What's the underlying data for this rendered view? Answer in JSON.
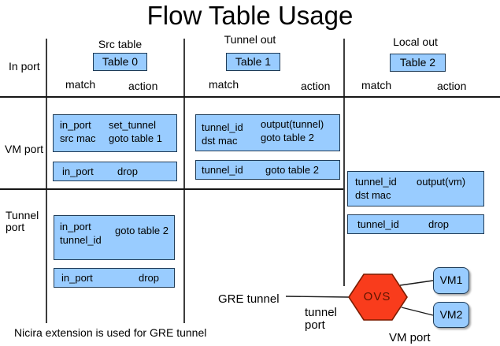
{
  "title": "Flow Table Usage",
  "row_labels": {
    "in_port": "In port",
    "vm_port": "VM port",
    "tunnel_port": "Tunnel port"
  },
  "columns": [
    {
      "header": "Src table",
      "table": "Table 0",
      "match_label": "match",
      "action_label": "action"
    },
    {
      "header": "Tunnel out",
      "table": "Table 1",
      "match_label": "match",
      "action_label": "action"
    },
    {
      "header": "Local out",
      "table": "Table 2",
      "match_label": "match",
      "action_label": "action"
    }
  ],
  "flow_entries": [
    {
      "row": "VM port",
      "column": "Src table",
      "match": [
        "in_port",
        "src mac"
      ],
      "action": [
        "set_tunnel",
        "goto table 1"
      ]
    },
    {
      "row": "VM port",
      "column": "Src table",
      "match": [
        "in_port"
      ],
      "action": [
        "drop"
      ]
    },
    {
      "row": "VM port",
      "column": "Tunnel out",
      "match": [
        "tunnel_id",
        "dst mac"
      ],
      "action": [
        "output(tunnel)",
        "goto table 2"
      ]
    },
    {
      "row": "VM port",
      "column": "Tunnel out",
      "match": [
        "tunnel_id"
      ],
      "action": [
        "goto table 2"
      ]
    },
    {
      "row": "VM port",
      "column": "Local out",
      "match": [
        "tunnel_id",
        "dst mac"
      ],
      "action": [
        "output(vm)"
      ]
    },
    {
      "row": "VM port",
      "column": "Local out",
      "match": [
        "tunnel_id"
      ],
      "action": [
        "drop"
      ]
    },
    {
      "row": "Tunnel port",
      "column": "Src table",
      "match": [
        "in_port",
        "tunnel_id"
      ],
      "action": [
        "goto table 2"
      ]
    },
    {
      "row": "Tunnel port",
      "column": "Src table",
      "match": [
        "in_port"
      ],
      "action": [
        "drop"
      ]
    }
  ],
  "diagram": {
    "gre_label": "GRE tunnel",
    "tunnel_port_label": "tunnel port",
    "ovs_label": "OVS",
    "vm1_label": "VM1",
    "vm2_label": "VM2",
    "vm_port_label": "VM port"
  },
  "note": "Nicira extension is used for GRE tunnel",
  "colors": {
    "flow_box_fill": "#99CCFF",
    "flow_box_border": "#1F3B57",
    "ovs_fill": "#F93C1C",
    "ovs_border": "#7C1C00",
    "ovs_text": "#5C1400",
    "line": "#2E2E2E"
  }
}
